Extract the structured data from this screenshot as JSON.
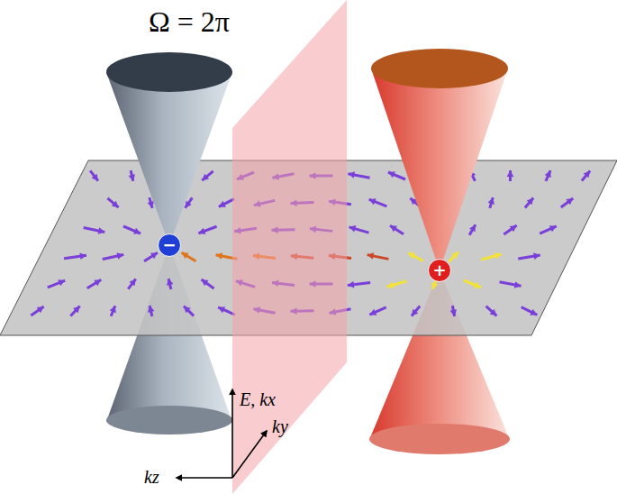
{
  "diagram": {
    "nodes": [
      {
        "text": [
          "−"
        ]
      },
      {
        "text": [
          "+"
        ]
      }
    ],
    "labels": [
      "Ω = 2π",
      "E, kx",
      "ky",
      "kz"
    ]
  }
}
